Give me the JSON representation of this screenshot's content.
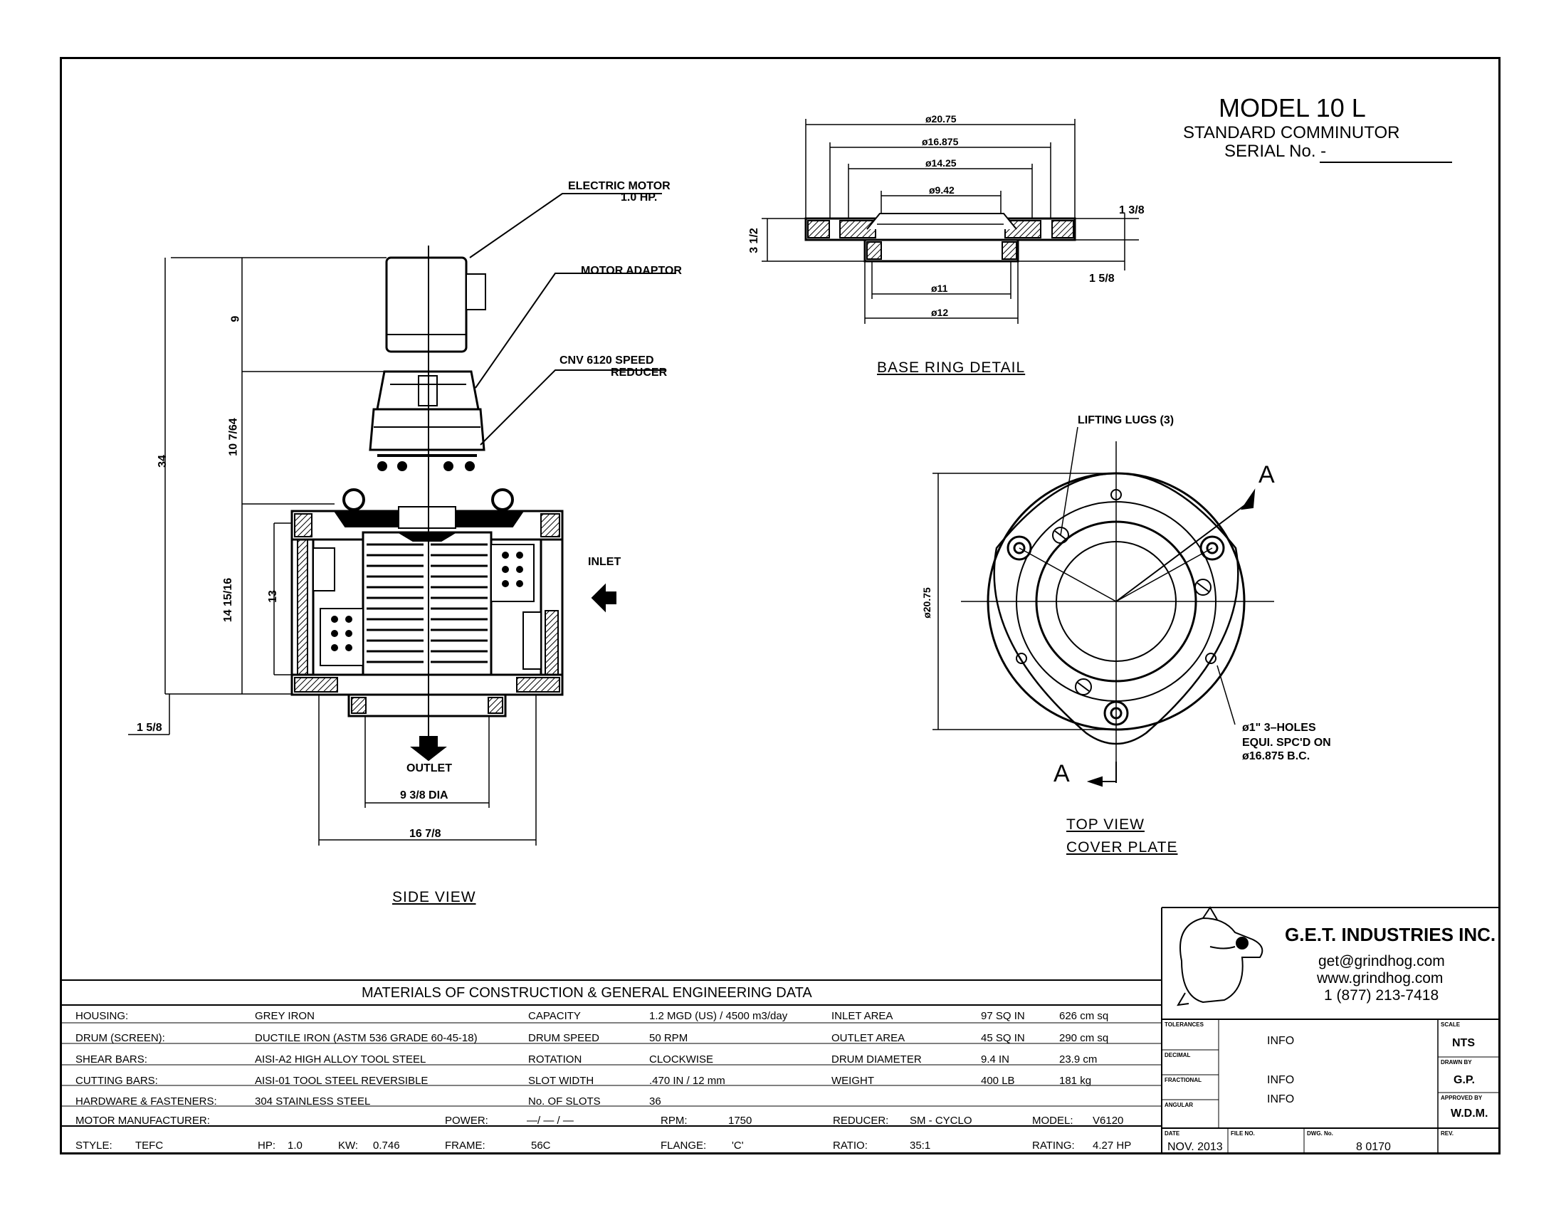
{
  "title_block": {
    "model": "MODEL 10 L",
    "subtitle": "STANDARD COMMINUTOR",
    "serial_label": "SERIAL No. -"
  },
  "views": {
    "side_view": "SIDE  VIEW",
    "base_ring_detail": "BASE  RING  DETAIL",
    "top_view": "TOP  VIEW",
    "cover_plate": "COVER  PLATE"
  },
  "callouts": {
    "electric_motor": "ELECTRIC  MOTOR",
    "electric_motor_hp": "1.0  HP.",
    "motor_adaptor": "MOTOR  ADAPTOR",
    "speed_reducer_1": "CNV  6120  SPEED",
    "speed_reducer_2": "REDUCER",
    "inlet": "INLET",
    "outlet": "OUTLET",
    "lifting_lugs": "LIFTING  LUGS  (3)",
    "holes_1": "ø1\"  3–HOLES",
    "holes_2": "EQUI.  SPC'D  ON",
    "holes_3": "ø16.875  B.C.",
    "section_a": "A",
    "section_a2": "A"
  },
  "dimensions": {
    "side": {
      "overall_height": "34",
      "motor_height": "9",
      "reducer_height": "10 7/64",
      "body_height": "14 15/16",
      "inner_height": "13",
      "base": "1 5/8",
      "outlet_dia": "9  3/8  DIA",
      "width": "16  7/8"
    },
    "base_ring": {
      "d1": "ø20.75",
      "d2": "ø16.875",
      "d3": "ø14.25",
      "d4": "ø9.42",
      "d5": "ø11",
      "d6": "ø12",
      "h_total": "3  1/2",
      "h_top": "1  3/8",
      "h_bottom": "1  5/8"
    },
    "top_view": {
      "diameter": "ø20.75"
    }
  },
  "company": {
    "name": "G.E.T. INDUSTRIES INC.",
    "email": "get@grindhog.com",
    "web": "www.grindhog.com",
    "phone": "1 (877) 213-7418"
  },
  "tb_fields": {
    "tolerances_label": "TOLERANCES",
    "decimal_label": "DECIMAL",
    "fractional_label": "FRACTIONAL",
    "angular_label": "ANGULAR",
    "info_1": "INFO",
    "info_2": "INFO",
    "info_3": "INFO",
    "scale_label": "SCALE",
    "scale_value": "NTS",
    "drawn_label": "DRAWN BY",
    "drawn_value": "G.P.",
    "approved_label": "APPROVED BY",
    "approved_value": "W.D.M.",
    "date_label": "DATE",
    "date_value": "NOV. 2013",
    "file_label": "FILE NO.",
    "dwg_label": "DWG. No.",
    "dwg_value": "8 0170",
    "rev_label": "REV."
  },
  "materials": {
    "heading": "MATERIALS OF CONSTRUCTION & GENERAL  ENGINEERING  DATA",
    "rows": [
      {
        "label": "HOUSING:",
        "material": "GREY IRON",
        "p1": "CAPACITY",
        "v1": "1.2 MGD (US)  / 4500 m3/day",
        "p2": "INLET  AREA",
        "v2": "97 SQ IN",
        "v3": "626 cm sq"
      },
      {
        "label": "DRUM (SCREEN):",
        "material": "DUCTILE IRON (ASTM 536 GRADE 60-45-18)",
        "p1": "DRUM  SPEED",
        "v1": "50 RPM",
        "p2": "OUTLET AREA",
        "v2": "45 SQ IN",
        "v3": "290 cm sq"
      },
      {
        "label": "SHEAR BARS:",
        "material": "AISI-A2 HIGH ALLOY TOOL STEEL",
        "p1": "ROTATION",
        "v1": "CLOCKWISE",
        "p2": "DRUM  DIAMETER",
        "v2": "9.4  IN",
        "v3": "23.9 cm"
      },
      {
        "label": "CUTTING BARS:",
        "material": "AISI-01 TOOL STEEL REVERSIBLE",
        "p1": "SLOT  WIDTH",
        "v1": ".470 IN /  12 mm",
        "p2": "WEIGHT",
        "v2": "400 LB",
        "v3": "181 kg"
      },
      {
        "label": "HARDWARE & FASTENERS:",
        "material": "304 STAINLESS STEEL",
        "p1": "No. OF SLOTS",
        "v1": "36",
        "p2": "",
        "v2": "",
        "v3": ""
      }
    ],
    "motor_row": {
      "label": "MOTOR MANUFACTURER:",
      "power_label": "POWER:",
      "power_value": "—/ — / —",
      "rpm_label": "RPM:",
      "rpm_value": "1750",
      "reducer_label": "REDUCER:",
      "reducer_value": "SM - CYCLO",
      "model_label": "MODEL:",
      "model_value": "V6120"
    },
    "style_row": {
      "style_label": "STYLE:",
      "style_value": "TEFC",
      "hp_label": "HP:",
      "hp_value": "1.0",
      "kw_label": "KW:",
      "kw_value": "0.746",
      "frame_label": "FRAME:",
      "frame_value": "56C",
      "flange_label": "FLANGE:",
      "flange_value": "'C'",
      "ratio_label": "RATIO:",
      "ratio_value": "35:1",
      "rating_label": "RATING:",
      "rating_value": "4.27 HP"
    }
  }
}
